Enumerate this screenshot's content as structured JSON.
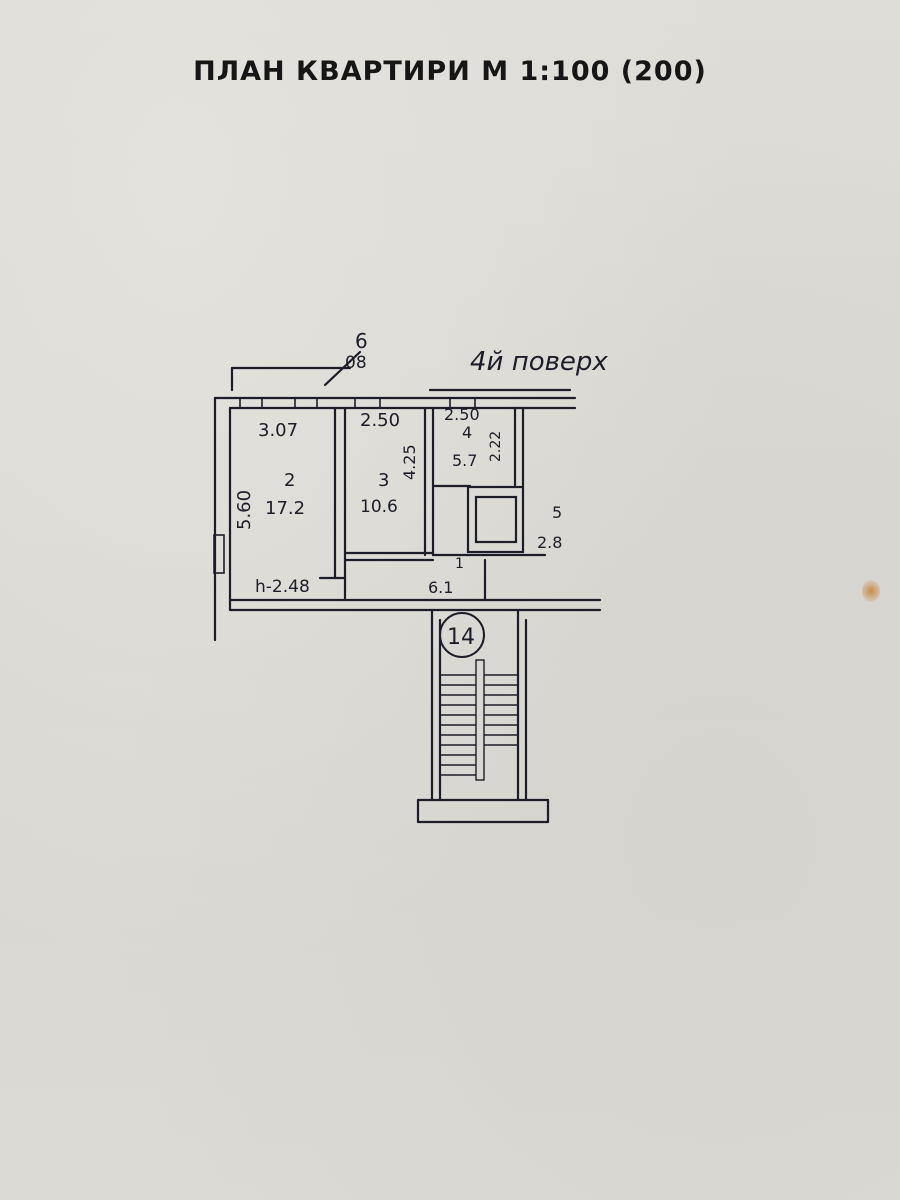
{
  "title": "ПЛАН КВАРТИРИ М 1:100 (200)",
  "floor_note": "4й поверх",
  "top_dimension": {
    "top": "6",
    "bottom": "08"
  },
  "dimensions": {
    "room2_width": "3.07",
    "room3_width": "2.50",
    "room4_width": "2.50",
    "left_height": "5.60",
    "room3_depth": "4.25",
    "room4_depth": "2.22"
  },
  "ceiling_height": "h-2.48",
  "rooms": [
    {
      "number": "1",
      "area": "6.1"
    },
    {
      "number": "2",
      "area": "17.2"
    },
    {
      "number": "3",
      "area": "10.6"
    },
    {
      "number": "4",
      "area": "5.7"
    },
    {
      "number": "5",
      "area": "2.8"
    }
  ],
  "stair_label": "14",
  "colors": {
    "ink": "#1d1d2a",
    "paper": "#dcdad4",
    "title": "#161616"
  }
}
